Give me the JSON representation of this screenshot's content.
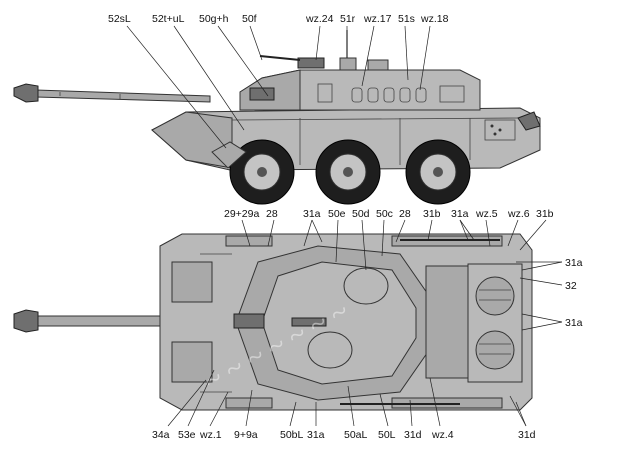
{
  "side_view": {
    "labels": [
      {
        "id": "52sL",
        "text": "52sL"
      },
      {
        "id": "52t+uL",
        "text": "52t+uL"
      },
      {
        "id": "50g+h",
        "text": "50g+h"
      },
      {
        "id": "50f",
        "text": "50f"
      },
      {
        "id": "wz.24",
        "text": "wz.24"
      },
      {
        "id": "51r",
        "text": "51r"
      },
      {
        "id": "wz.17",
        "text": "wz.17"
      },
      {
        "id": "51s",
        "text": "51s"
      },
      {
        "id": "wz.18",
        "text": "wz.18"
      }
    ]
  },
  "top_view": {
    "labels": [
      {
        "id": "29+29a",
        "text": "29+29a"
      },
      {
        "id": "28-left",
        "text": "28"
      },
      {
        "id": "31a-top1",
        "text": "31a"
      },
      {
        "id": "50e",
        "text": "50e"
      },
      {
        "id": "50d",
        "text": "50d"
      },
      {
        "id": "50c",
        "text": "50c"
      },
      {
        "id": "28-mid",
        "text": "28"
      },
      {
        "id": "31b-top1",
        "text": "31b"
      },
      {
        "id": "31a-top2",
        "text": "31a"
      },
      {
        "id": "wz.5",
        "text": "wz.5"
      },
      {
        "id": "wz.6",
        "text": "wz.6"
      },
      {
        "id": "31b-top2",
        "text": "31b"
      },
      {
        "id": "31a-right1",
        "text": "31a"
      },
      {
        "id": "32",
        "text": "32"
      },
      {
        "id": "31a-right2",
        "text": "31a"
      },
      {
        "id": "34a",
        "text": "34a"
      },
      {
        "id": "53e",
        "text": "53e"
      },
      {
        "id": "wz.1",
        "text": "wz.1"
      },
      {
        "id": "9+9a",
        "text": "9+9a"
      },
      {
        "id": "50bL",
        "text": "50bL"
      },
      {
        "id": "31a-bottom",
        "text": "31a"
      },
      {
        "id": "50aL",
        "text": "50aL"
      },
      {
        "id": "50L",
        "text": "50L"
      },
      {
        "id": "31d-bottom1",
        "text": "31d"
      },
      {
        "id": "wz.4",
        "text": "wz.4"
      },
      {
        "id": "31d-bottom2",
        "text": "31d"
      }
    ]
  },
  "colors": {
    "hull": "#b9b9b9",
    "wheel": "#1e1e1e",
    "background": "#ffffff"
  }
}
